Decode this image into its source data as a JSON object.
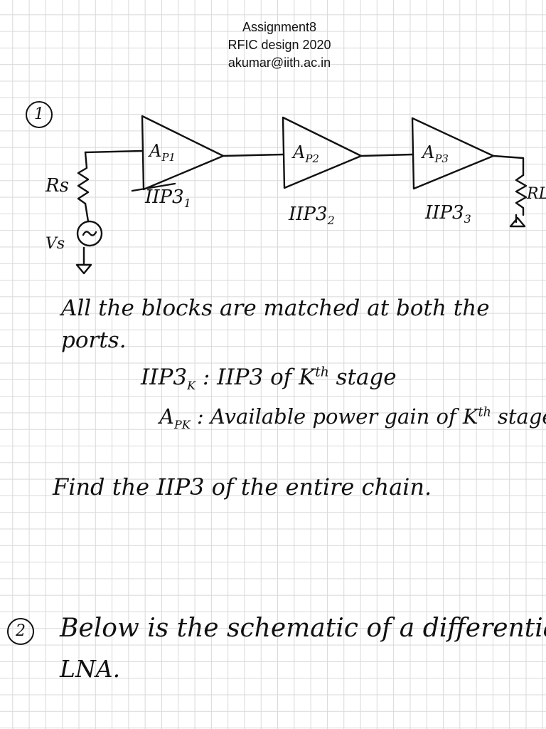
{
  "header": {
    "line1": "Assignment8",
    "line2": "RFIC design 2020",
    "line3": "akumar@iith.ac.in"
  },
  "question1": {
    "number": "1",
    "circuit": {
      "source_resistor": "Rs",
      "source_voltage": "Vs",
      "load_resistor": "RL",
      "stages": [
        {
          "gain_main": "A",
          "gain_sub": "P1",
          "iip3_main": "IIP3",
          "iip3_sub": "1"
        },
        {
          "gain_main": "A",
          "gain_sub": "P2",
          "iip3_main": "IIP3",
          "iip3_sub": "2"
        },
        {
          "gain_main": "A",
          "gain_sub": "P3",
          "iip3_main": "IIP3",
          "iip3_sub": "3"
        }
      ]
    },
    "statement_line1": "All the blocks are matched at both the",
    "statement_line2": "ports.",
    "def_iip3_main": "IIP3",
    "def_iip3_sub": "K",
    "def_iip3_text": " : IIP3 of K",
    "def_iip3_sup": "th",
    "def_iip3_end": " stage",
    "def_gain_main": "A",
    "def_gain_sub": "PK",
    "def_gain_text": " : Available power gain of K",
    "def_gain_sup": "th",
    "def_gain_end": " stage",
    "find": "Find the IIP3 of the entire chain."
  },
  "question2": {
    "number": "2",
    "line1": "Below is the schematic of a differential",
    "line2": "LNA."
  }
}
